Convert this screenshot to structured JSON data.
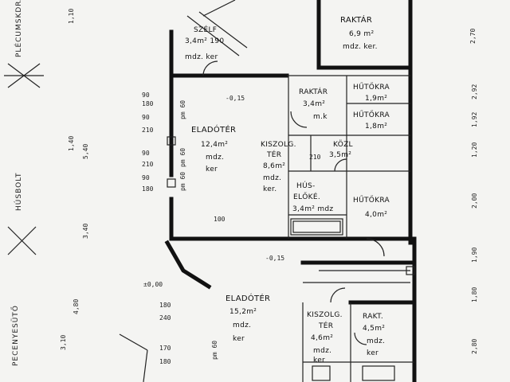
{
  "rooms": {
    "szelf": {
      "name": "SZÉLF",
      "area": "3,4m² 190",
      "sub": "mdz. ker"
    },
    "raktar_top": {
      "name": "RAKTÁR",
      "area": "6,9 m²",
      "sub": "mdz. ker."
    },
    "raktar_mid": {
      "name": "RAKTÁR",
      "area": "3,4m²",
      "sub": "m.k"
    },
    "hutokra1": {
      "name": "HŰTŐKRA",
      "area": "1,9m²"
    },
    "hutokra2": {
      "name": "HŰTŐKRA",
      "area": "1,8m²"
    },
    "eladoter1": {
      "name": "ELADÓTÉR",
      "area": "12,4m²",
      "sub1": "mdz.",
      "sub2": "ker"
    },
    "kiszolg1": {
      "name": "KISZOLG.",
      "name2": "TÉR",
      "area": "8,6m²",
      "sub1": "mdz.",
      "sub2": "ker."
    },
    "kozl": {
      "name": "KÖZL",
      "area": "3,5m²"
    },
    "huselok": {
      "name": "HÚS-",
      "name2": "ELŐKÉ.",
      "area": "3,4m² mdz"
    },
    "hutokra3": {
      "name": "HŰTŐKRA",
      "area": "4,0m²"
    },
    "eladoter2": {
      "name": "ELADÓTÉR",
      "area": "15,2m²",
      "sub1": "mdz.",
      "sub2": "ker"
    },
    "kiszolg2": {
      "name": "KISZOLG.",
      "name2": "TÉR",
      "area": "4,6m²",
      "sub1": "mdz.",
      "sub2": "ker"
    },
    "rakt": {
      "name": "RAKT.",
      "area": "4,5m²",
      "sub1": "mdz.",
      "sub2": "ker"
    }
  },
  "labels": {
    "street1": "PLÉCUMSKDRA",
    "street2": "HÚSBOLT",
    "street3": "PECENYESÜTŐ",
    "level1": "-0,15",
    "level2": "-0,15",
    "level3": "±0,00"
  },
  "dims_left": [
    "90",
    "180",
    "90",
    "210",
    "90",
    "210",
    "90",
    "180",
    "180",
    "240",
    "170",
    "180"
  ],
  "dims_right": [
    "2,70",
    "2,92",
    "1,92",
    "1,20",
    "2,00",
    "1,90",
    "1,80",
    "2,80"
  ],
  "dims_left_v": [
    "1,10",
    "1,40",
    "5,40",
    "3,10",
    "4,80",
    "3,40"
  ],
  "dims_misc": [
    "100",
    "210",
    "pm 60",
    "pm 60",
    "pm 60",
    "pm 60"
  ]
}
